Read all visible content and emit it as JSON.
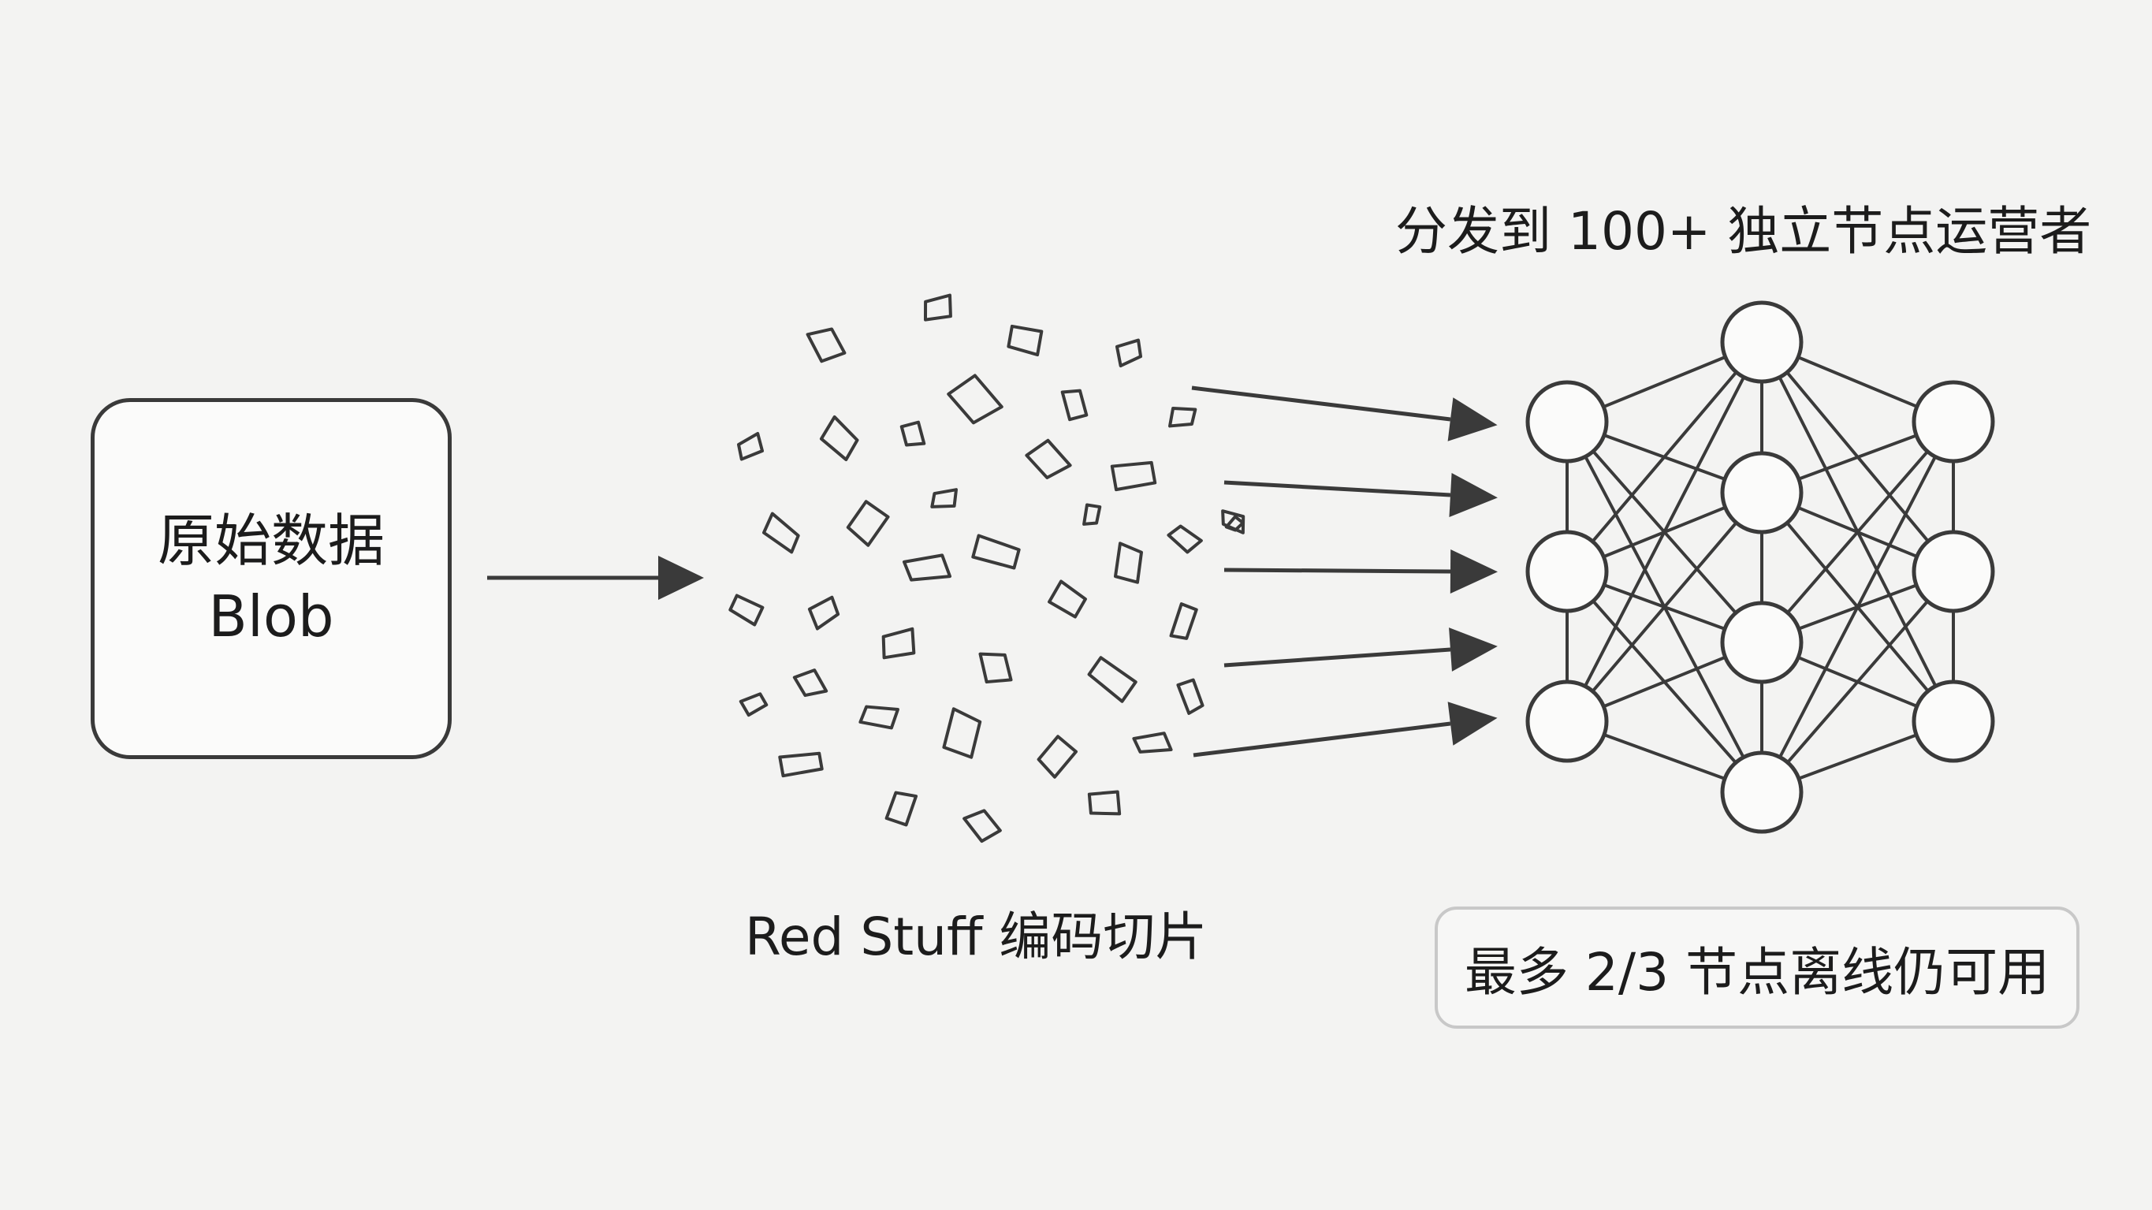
{
  "source_block": {
    "line1": "原始数据",
    "line2": "Blob"
  },
  "fragments_caption": "Red Stuff 编码切片",
  "nodes_caption": "分发到 100+ 独立节点运营者",
  "availability_note": "最多 2/3 节点离线仍可用",
  "colors": {
    "background": "#f3f3f2",
    "stroke": "#3a3a3a",
    "text": "#1c1c1c",
    "note_border": "#c8c8c8"
  }
}
